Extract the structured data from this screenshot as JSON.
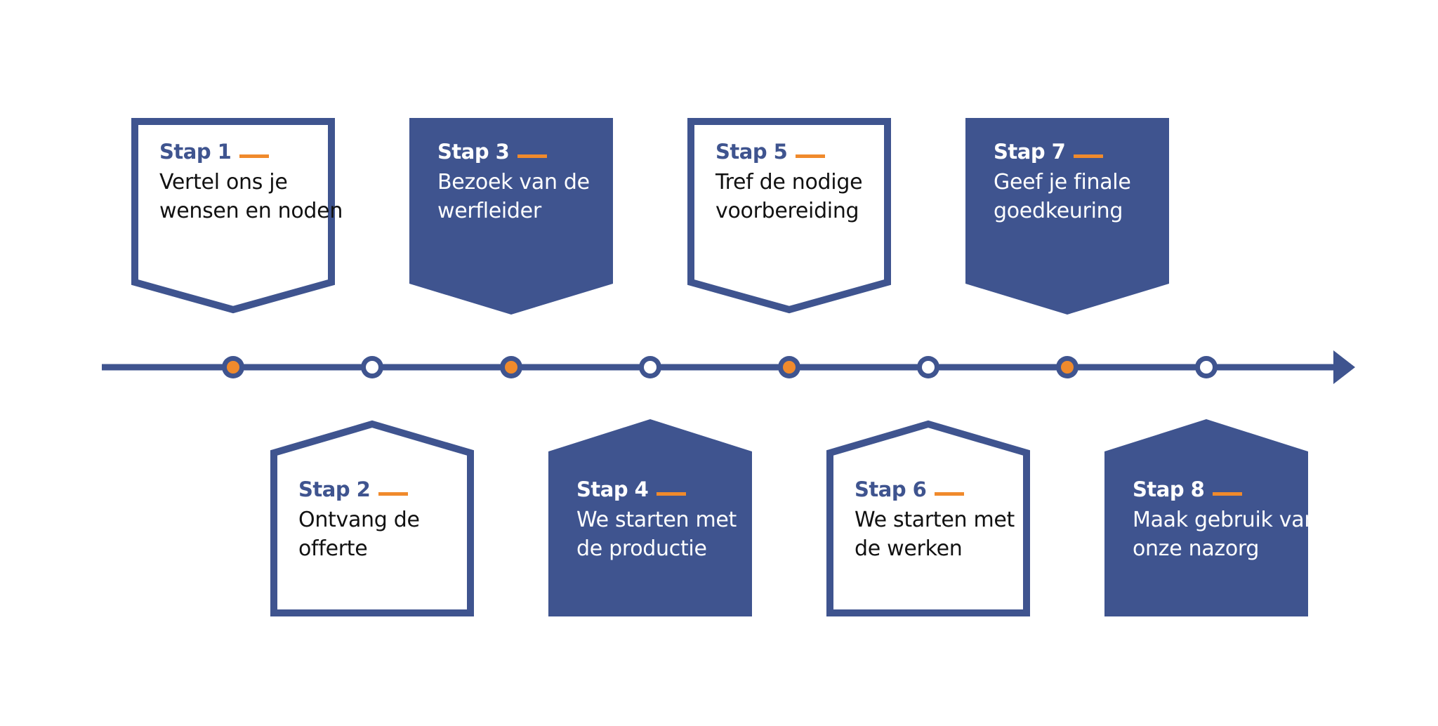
{
  "colors": {
    "navy": "#3F548F",
    "orange": "#F08A2C",
    "white": "#FFFFFF",
    "text_dark": "#111111"
  },
  "timeline": {
    "direction": "arrow-right",
    "dots": [
      "orange",
      "white",
      "orange",
      "white",
      "orange",
      "white",
      "orange",
      "white"
    ]
  },
  "steps": [
    {
      "title": "Stap 1",
      "description": "Vertel ons je wensen en noden",
      "position": "above",
      "style": "outline"
    },
    {
      "title": "Stap 2",
      "description": "Ontvang de offerte",
      "position": "below",
      "style": "outline"
    },
    {
      "title": "Stap 3",
      "description": "Bezoek van de werfleider",
      "position": "above",
      "style": "filled"
    },
    {
      "title": "Stap 4",
      "description": "We starten met de productie",
      "position": "below",
      "style": "filled"
    },
    {
      "title": "Stap 5",
      "description": "Tref de nodige voorbereiding",
      "position": "above",
      "style": "outline"
    },
    {
      "title": "Stap 6",
      "description": "We starten met de werken",
      "position": "below",
      "style": "outline"
    },
    {
      "title": "Stap 7",
      "description": "Geef je finale goedkeuring",
      "position": "above",
      "style": "filled"
    },
    {
      "title": "Stap 8",
      "description": "Maak gebruik van onze nazorg",
      "position": "below",
      "style": "filled"
    }
  ]
}
